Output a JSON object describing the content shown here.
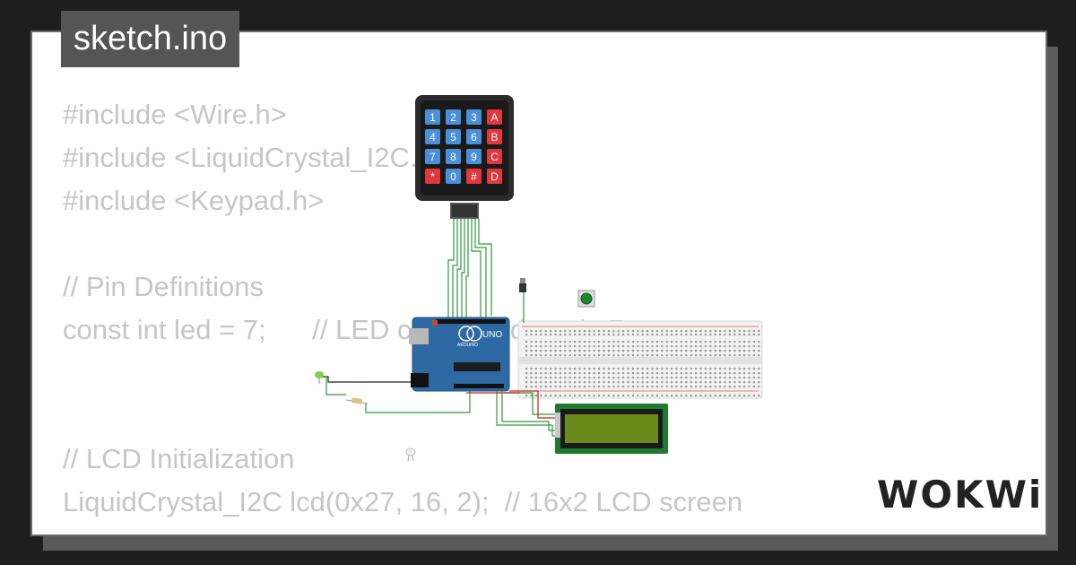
{
  "file_tab": {
    "title": "sketch.ino"
  },
  "code_lines": [
    "#include <Wire.h>",
    "#include <LiquidCrystal_I2C.h>",
    "#include <Keypad.h>",
    "",
    "// Pin Definitions",
    "const int led = 7;      // LED connected to pin 7",
    "",
    "",
    "// LCD Initialization",
    "LiquidCrystal_I2C lcd(0x27, 16, 2);  // 16x2 LCD screen"
  ],
  "keypad": {
    "keys": [
      [
        "1",
        "2",
        "3",
        "A"
      ],
      [
        "4",
        "5",
        "6",
        "B"
      ],
      [
        "7",
        "8",
        "9",
        "C"
      ],
      [
        "*",
        "0",
        "#",
        "D"
      ]
    ],
    "digit_color": "#4a90d9",
    "letter_color": "#e0383e"
  },
  "arduino": {
    "label": "UNO",
    "brand": "ARDUINO",
    "board_color": "#2d6aa3"
  },
  "lcd": {
    "screen_color": "#6b8a1a",
    "frame_color": "#1f7a2f"
  },
  "pushbutton": {
    "cap_color": "#1a8a2a"
  },
  "led": {
    "color": "#7fd14a"
  },
  "brand_logo": {
    "text": "WOKWi"
  }
}
